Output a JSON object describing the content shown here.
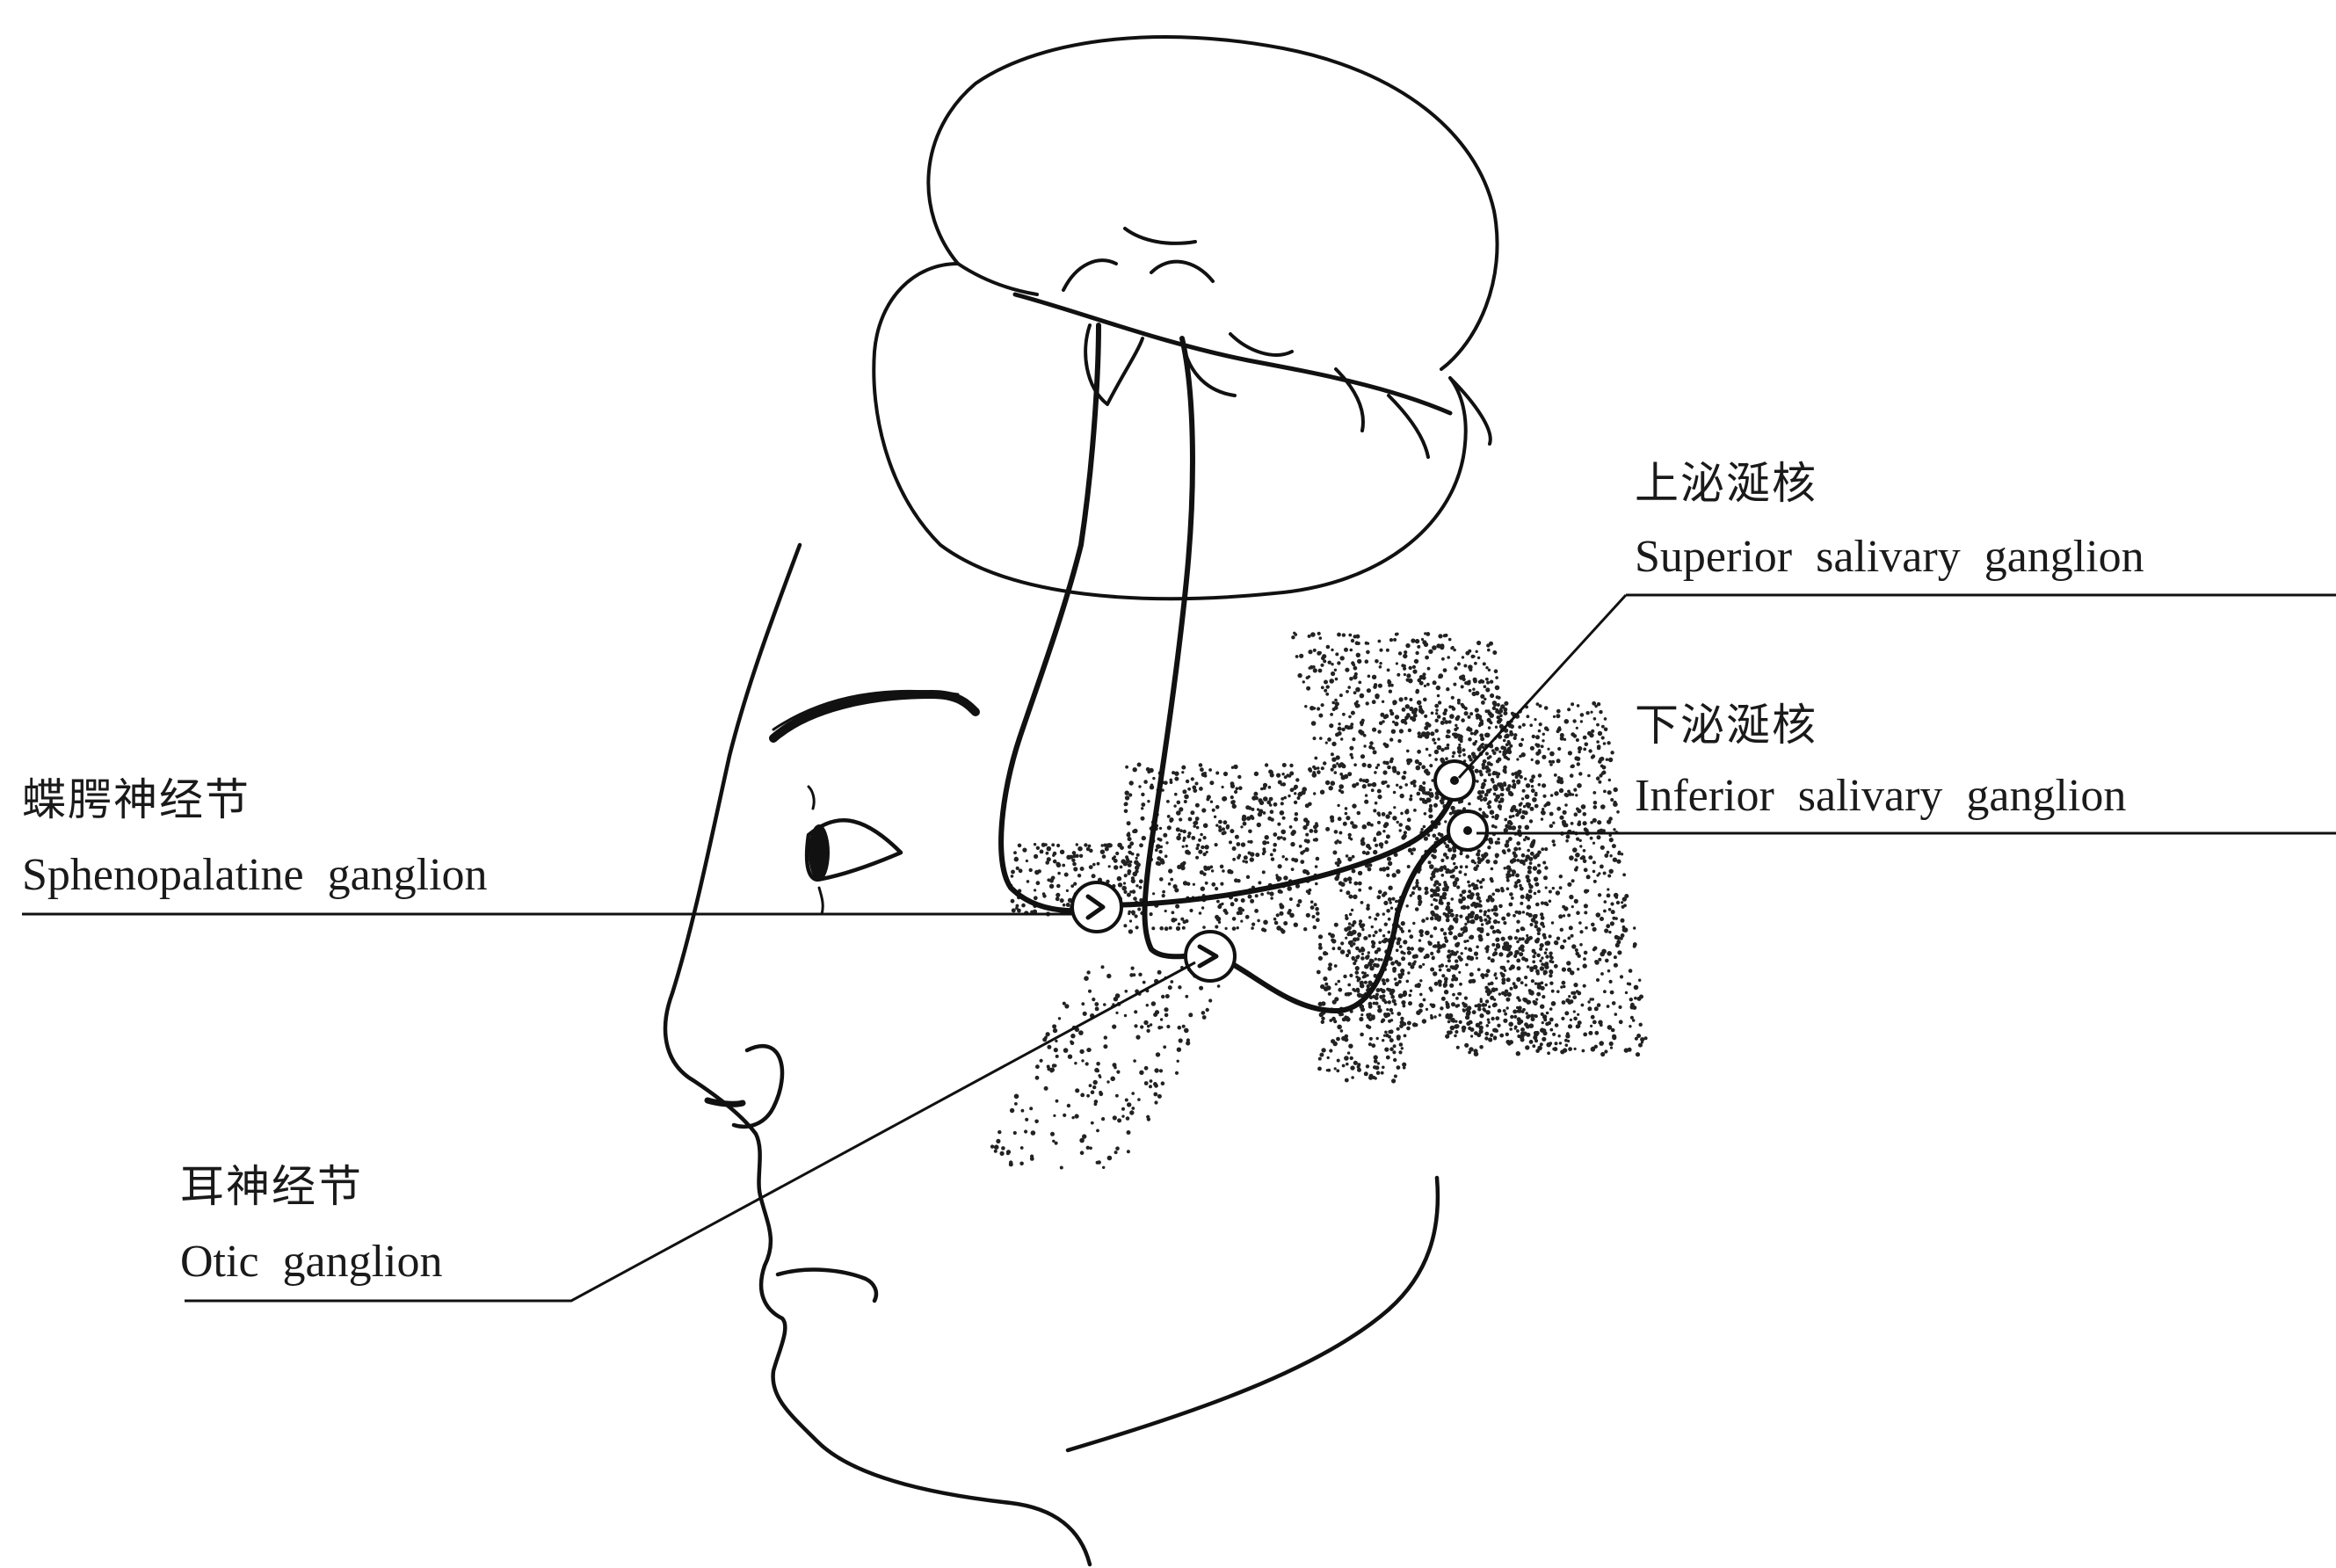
{
  "labels": {
    "sphenopalatine": {
      "zh": "蝶腭神经节",
      "en": "Sphenopalatine ganglion"
    },
    "superior": {
      "zh": "上泌涎核",
      "en": "Superior salivary ganglion"
    },
    "inferior": {
      "zh": "下泌涎核",
      "en": "Inferior salivary ganglion"
    },
    "otic": {
      "zh": "耳神经节",
      "en": "Otic ganglion"
    }
  },
  "icons": [
    "brain-icon",
    "head-profile-icon",
    "ganglion-icon"
  ]
}
